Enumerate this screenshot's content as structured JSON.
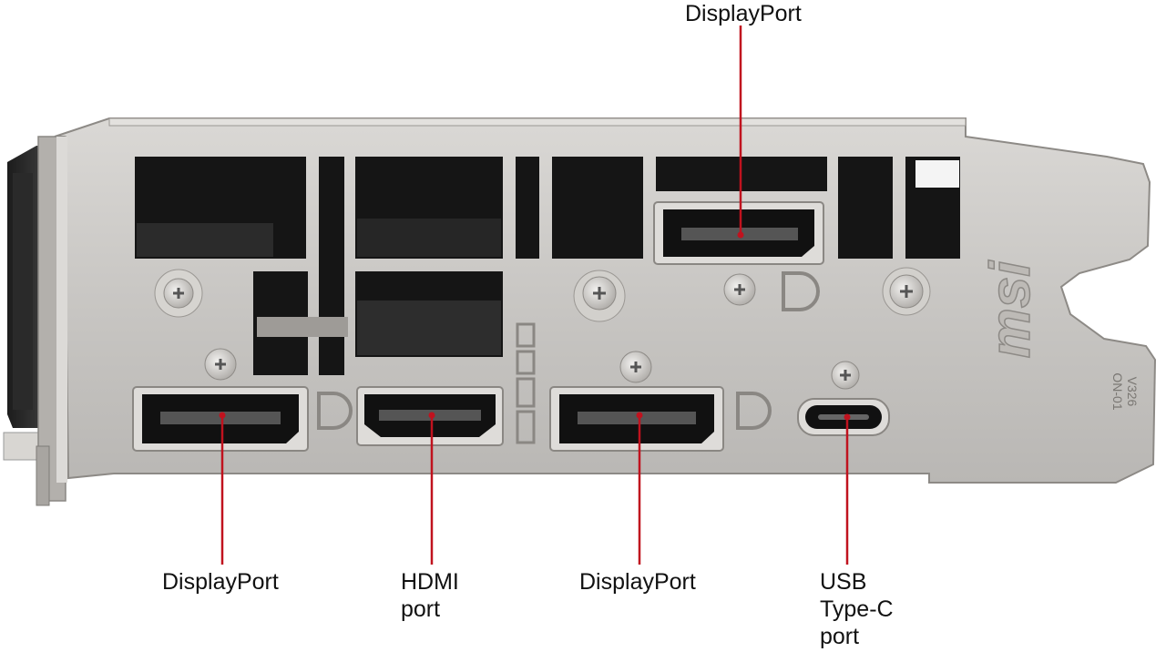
{
  "labels": {
    "top_displayport": "DisplayPort",
    "bottom_displayport_left": "DisplayPort",
    "hdmi_line1": "HDMI",
    "hdmi_line2": "port",
    "bottom_displayport_right": "DisplayPort",
    "usbc_line1": "USB",
    "usbc_line2": "Type-C",
    "usbc_line3": "port"
  },
  "bracket": {
    "brand_mark": "msi",
    "model_code_line1": "V326",
    "model_code_line2": "ON-01"
  },
  "colors": {
    "leader_line": "#c0121e",
    "bracket_metal": "#c9c7c4",
    "bracket_edge": "#8d8a86",
    "cutout_dark": "#151515",
    "text": "#111111"
  }
}
